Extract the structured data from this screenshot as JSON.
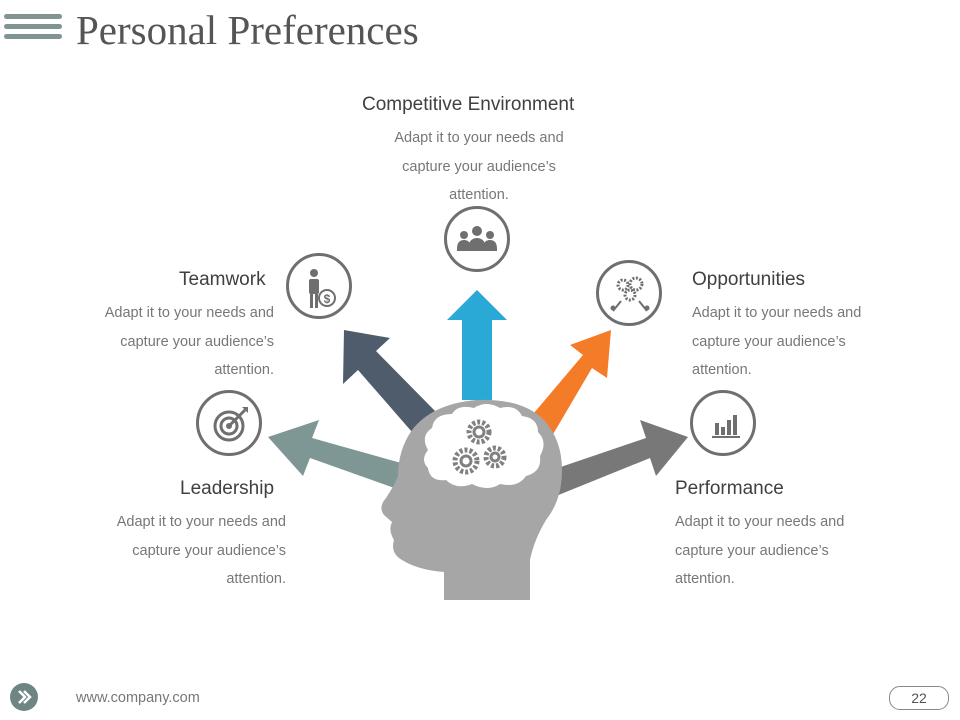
{
  "slide": {
    "title": "Personal Preferences",
    "footer_url": "www.company.com",
    "page_number": "22"
  },
  "items": [
    {
      "heading": "Competitive Environment",
      "description": "Adapt it to your needs and capture your audience’s attention.",
      "icon": "team-icon",
      "arrow_color": "#2aa9d6"
    },
    {
      "heading": "Teamwork",
      "description": "Adapt it to your needs and capture your audience’s attention.",
      "icon": "businessman-dollar-icon",
      "arrow_color": "#4f5c6b"
    },
    {
      "heading": "Opportunities",
      "description": "Adapt it to your needs and capture your audience’s attention.",
      "icon": "gears-people-icon",
      "arrow_color": "#f47b28"
    },
    {
      "heading": "Leadership",
      "description": "Adapt it to your needs and capture your audience’s attention.",
      "icon": "target-icon",
      "arrow_color": "#7f9794"
    },
    {
      "heading": "Performance",
      "description": "Adapt it to your needs and capture your audience’s attention.",
      "icon": "bar-chart-icon",
      "arrow_color": "#787878"
    }
  ],
  "colors": {
    "head": "#a6a6a6",
    "icon_stroke": "#6f6f6f",
    "title_bars": "#7f9493"
  }
}
